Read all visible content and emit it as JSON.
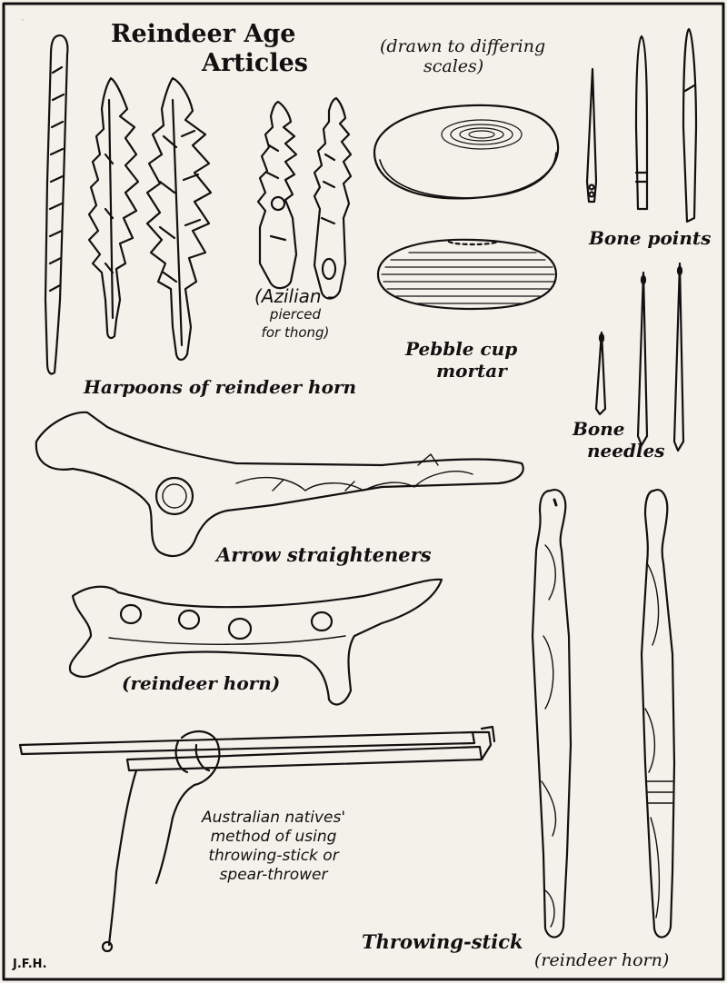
{
  "plate": {
    "title_line1": "Reindeer Age",
    "title_line2": "Articles",
    "subtitle_line1": "(drawn to differing",
    "subtitle_line2": "scales)",
    "labels": {
      "bone_points": "Bone points",
      "azilian_1": "(Azilian –",
      "azilian_2": "pierced",
      "azilian_3": "for thong)",
      "pebble_1": "Pebble cup",
      "pebble_2": "mortar",
      "harpoons": "Harpoons of reindeer horn",
      "needles_1": "Bone",
      "needles_2": "needles",
      "arrow": "Arrow straighteners",
      "reindeer_horn_1": "(reindeer horn)",
      "australian_1": "Australian natives'",
      "australian_2": "method of using",
      "australian_3": "throwing-stick or",
      "australian_4": "spear-thrower",
      "throwing_stick": "Throwing-stick",
      "reindeer_horn_2": "(reindeer horn)",
      "signature": "J.F.H."
    },
    "ink_color": "#111111",
    "paper_color": "#f4f1ea"
  }
}
